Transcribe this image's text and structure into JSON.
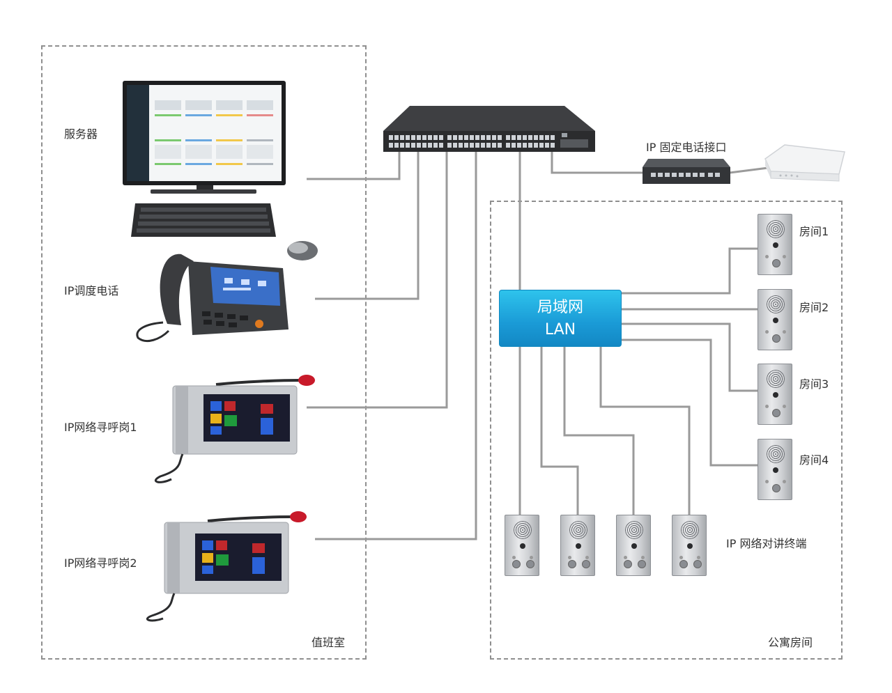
{
  "duty_room": {
    "zone_label": "值班室",
    "devices": {
      "server": "服务器",
      "ip_phone": "IP调度电话",
      "paging_1": "IP网络寻呼岗1",
      "paging_2": "IP网络寻呼岗2"
    }
  },
  "network": {
    "switch_icon": "network-switch-icon",
    "gateway_label": "IP 固定电话接口",
    "lan_line1": "局域网",
    "lan_line2": "LAN"
  },
  "apartment": {
    "zone_label": "公寓房间",
    "rooms": [
      "房间1",
      "房间2",
      "房间3",
      "房间4"
    ],
    "terminals_label": "IP 网络对讲终端"
  },
  "colors": {
    "wire": "#9a9a9a",
    "lan_box": "#1fa3dc",
    "zone_border": "#8f8f8f"
  }
}
